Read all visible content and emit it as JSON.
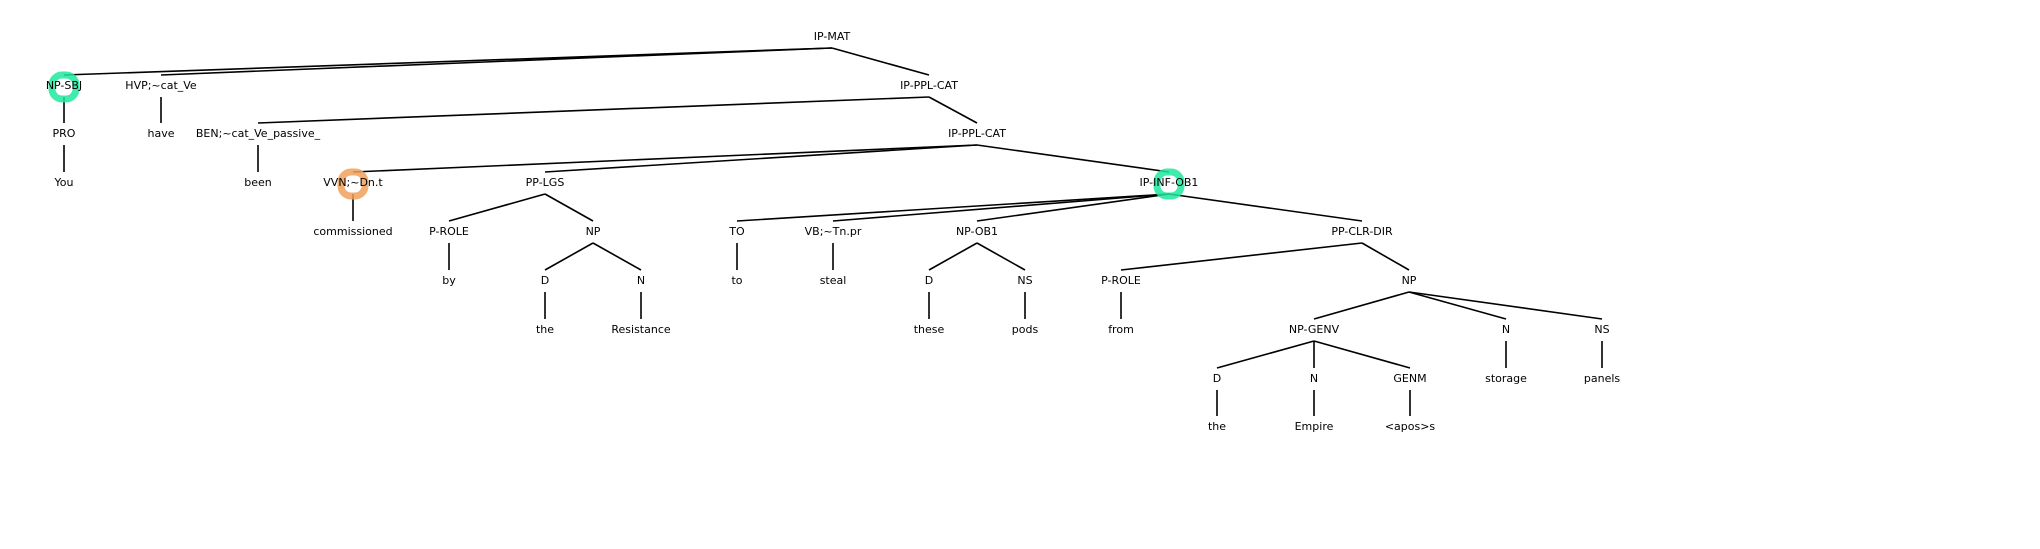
{
  "colors": {
    "highlight_green": "#1de9a0",
    "highlight_orange": "#f0a05a",
    "edge": "#000000",
    "text": "#000000"
  },
  "tree": {
    "nodes": [
      {
        "id": "n0",
        "label": "IP-MAT",
        "parent": null
      },
      {
        "id": "n1",
        "label": "NP-SBJ",
        "parent": "n0",
        "highlight": "green"
      },
      {
        "id": "n2",
        "label": "HVP;~cat_Ve",
        "parent": "n0"
      },
      {
        "id": "n3",
        "label": "IP-PPL-CAT",
        "parent": "n0"
      },
      {
        "id": "n4",
        "label": "PRO",
        "parent": "n1"
      },
      {
        "id": "n5",
        "label": "You",
        "parent": "n4"
      },
      {
        "id": "n6",
        "label": "have",
        "parent": "n2"
      },
      {
        "id": "n7",
        "label": "BEN;~cat_Ve_passive_",
        "parent": "n3"
      },
      {
        "id": "n8",
        "label": "IP-PPL-CAT",
        "parent": "n3"
      },
      {
        "id": "n9",
        "label": "been",
        "parent": "n7"
      },
      {
        "id": "n10",
        "label": "VVN;~Dn.t",
        "parent": "n8",
        "highlight": "orange"
      },
      {
        "id": "n11",
        "label": "PP-LGS",
        "parent": "n8"
      },
      {
        "id": "n12",
        "label": "IP-INF-OB1",
        "parent": "n8",
        "highlight": "green"
      },
      {
        "id": "n13",
        "label": "commissioned",
        "parent": "n10"
      },
      {
        "id": "n14",
        "label": "P-ROLE",
        "parent": "n11"
      },
      {
        "id": "n15",
        "label": "NP",
        "parent": "n11"
      },
      {
        "id": "n16",
        "label": "by",
        "parent": "n14"
      },
      {
        "id": "n17",
        "label": "D",
        "parent": "n15"
      },
      {
        "id": "n18",
        "label": "N",
        "parent": "n15"
      },
      {
        "id": "n19",
        "label": "the",
        "parent": "n17"
      },
      {
        "id": "n20",
        "label": "Resistance",
        "parent": "n18"
      },
      {
        "id": "n21",
        "label": "TO",
        "parent": "n12"
      },
      {
        "id": "n22",
        "label": "VB;~Tn.pr",
        "parent": "n12"
      },
      {
        "id": "n23",
        "label": "NP-OB1",
        "parent": "n12"
      },
      {
        "id": "n24",
        "label": "PP-CLR-DIR",
        "parent": "n12"
      },
      {
        "id": "n25",
        "label": "to",
        "parent": "n21"
      },
      {
        "id": "n26",
        "label": "steal",
        "parent": "n22"
      },
      {
        "id": "n27",
        "label": "D",
        "parent": "n23"
      },
      {
        "id": "n28",
        "label": "NS",
        "parent": "n23"
      },
      {
        "id": "n29",
        "label": "these",
        "parent": "n27"
      },
      {
        "id": "n30",
        "label": "pods",
        "parent": "n28"
      },
      {
        "id": "n31",
        "label": "P-ROLE",
        "parent": "n24"
      },
      {
        "id": "n32",
        "label": "NP",
        "parent": "n24"
      },
      {
        "id": "n33",
        "label": "from",
        "parent": "n31"
      },
      {
        "id": "n34",
        "label": "NP-GENV",
        "parent": "n32"
      },
      {
        "id": "n35",
        "label": "N",
        "parent": "n32"
      },
      {
        "id": "n36",
        "label": "NS",
        "parent": "n32"
      },
      {
        "id": "n37",
        "label": "storage",
        "parent": "n35"
      },
      {
        "id": "n38",
        "label": "panels",
        "parent": "n36"
      },
      {
        "id": "n39",
        "label": "D",
        "parent": "n34"
      },
      {
        "id": "n40",
        "label": "N",
        "parent": "n34"
      },
      {
        "id": "n41",
        "label": "GENM",
        "parent": "n34"
      },
      {
        "id": "n42",
        "label": "the",
        "parent": "n39"
      },
      {
        "id": "n43",
        "label": "Empire",
        "parent": "n40"
      },
      {
        "id": "n44",
        "label": "<apos>s",
        "parent": "n41"
      }
    ]
  }
}
